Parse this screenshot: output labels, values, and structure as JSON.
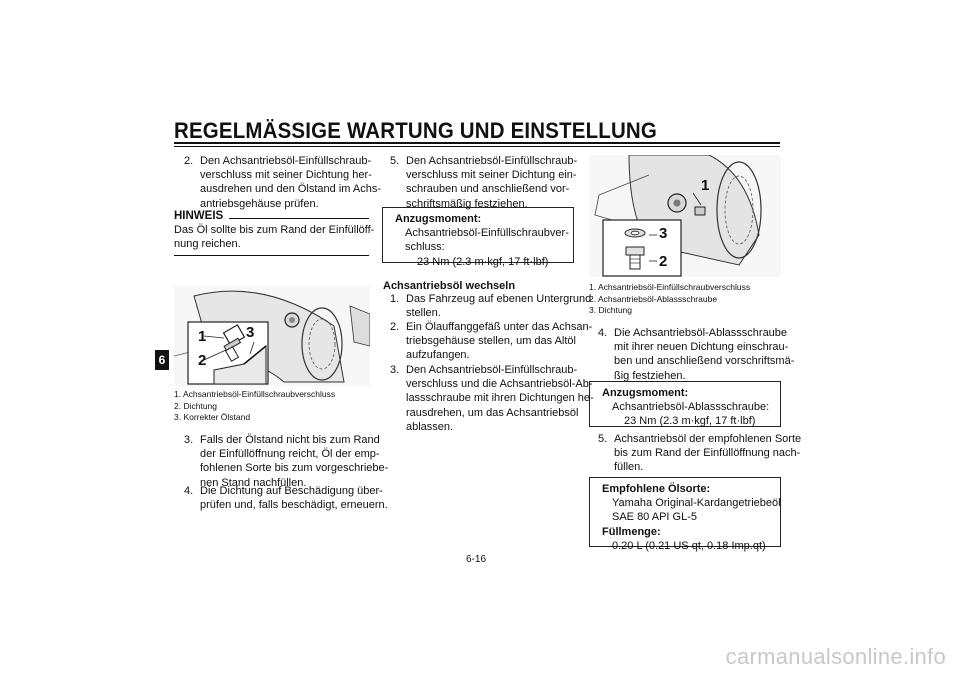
{
  "header": {
    "title": "REGELMÄSSIGE WARTUNG UND EINSTELLUNG"
  },
  "chapter_tab": "6",
  "col1": {
    "step2": {
      "num": "2.",
      "lines": [
        "Den Achsantriebsöl-Einfüllschraub-",
        "verschluss mit seiner Dichtung her-",
        "ausdrehen und den Ölstand im Achs-",
        "antriebsgehäuse prüfen."
      ]
    },
    "note_heading": "HINWEIS",
    "note_lines": [
      "Das Öl sollte bis zum Rand der Einfüllöff-",
      "nung reichen."
    ],
    "figure_callouts": [
      "1",
      "3",
      "2"
    ],
    "legend": [
      "1.  Achsantriebsöl-Einfüllschraubverschluss",
      "2.  Dichtung",
      "3.  Korrekter Ölstand"
    ],
    "step3": {
      "num": "3.",
      "lines": [
        "Falls der Ölstand nicht bis zum Rand",
        "der Einfüllöffnung reicht, Öl der emp-",
        "fohlenen Sorte bis zum vorgeschriebe-",
        "nen Stand nachfüllen."
      ]
    },
    "step4": {
      "num": "4.",
      "lines": [
        "Die Dichtung auf Beschädigung über-",
        "prüfen und, falls beschädigt, erneuern."
      ]
    }
  },
  "col2": {
    "step5": {
      "num": "5.",
      "lines": [
        "Den Achsantriebsöl-Einfüllschraub-",
        "verschluss mit seiner Dichtung ein-",
        "schrauben und anschließend vor-",
        "schriftsmäßig festziehen."
      ]
    },
    "torque_box": {
      "title": "Anzugsmoment:",
      "lines": [
        "Achsantriebsöl-Einfüllschraubver-",
        "schluss:"
      ],
      "value": "23 Nm (2.3 m·kgf, 17 ft·lbf)"
    },
    "section_heading": "Achsantriebsöl wechseln",
    "steps": [
      {
        "num": "1.",
        "lines": [
          "Das Fahrzeug auf ebenen Untergrund",
          "stellen."
        ]
      },
      {
        "num": "2.",
        "lines": [
          "Ein Ölauffanggefäß unter das Achsan-",
          "triebsgehäuse stellen, um das Altöl",
          "aufzufangen."
        ]
      },
      {
        "num": "3.",
        "lines": [
          "Den Achsantriebsöl-Einfüllschraub-",
          "verschluss und die Achsantriebsöl-Ab-",
          "lassschraube mit ihren Dichtungen he-",
          "rausdrehen, um das Achsantriebsöl",
          "ablassen."
        ]
      }
    ]
  },
  "col3": {
    "figure_callouts": [
      "1",
      "3",
      "2"
    ],
    "legend": [
      "1.  Achsantriebsöl-Einfüllschraubverschluss",
      "2.  Achsantriebsöl-Ablassschraube",
      "3.  Dichtung"
    ],
    "step4": {
      "num": "4.",
      "lines": [
        "Die Achsantriebsöl-Ablassschraube",
        "mit ihrer neuen Dichtung einschrau-",
        "ben und anschließend vorschriftsmä-",
        "ßig festziehen."
      ]
    },
    "torque_box": {
      "title": "Anzugsmoment:",
      "lines": [
        "Achsantriebsöl-Ablassschraube:"
      ],
      "value": "23 Nm (2.3 m·kgf, 17 ft·lbf)"
    },
    "step5": {
      "num": "5.",
      "lines": [
        "Achsantriebsöl der empfohlenen Sorte",
        "bis zum Rand der Einfüllöffnung nach-",
        "füllen."
      ]
    },
    "oil_box": {
      "title1": "Empfohlene Ölsorte:",
      "oil_lines": [
        "Yamaha Original-Kardangetriebeöl",
        "SAE 80 API GL-5"
      ],
      "title2": "Füllmenge:",
      "amount": "0.20 L (0.21 US qt, 0.18 Imp.qt)"
    }
  },
  "footer": {
    "page": "6-16"
  },
  "watermark": "carmanualsonline.info"
}
